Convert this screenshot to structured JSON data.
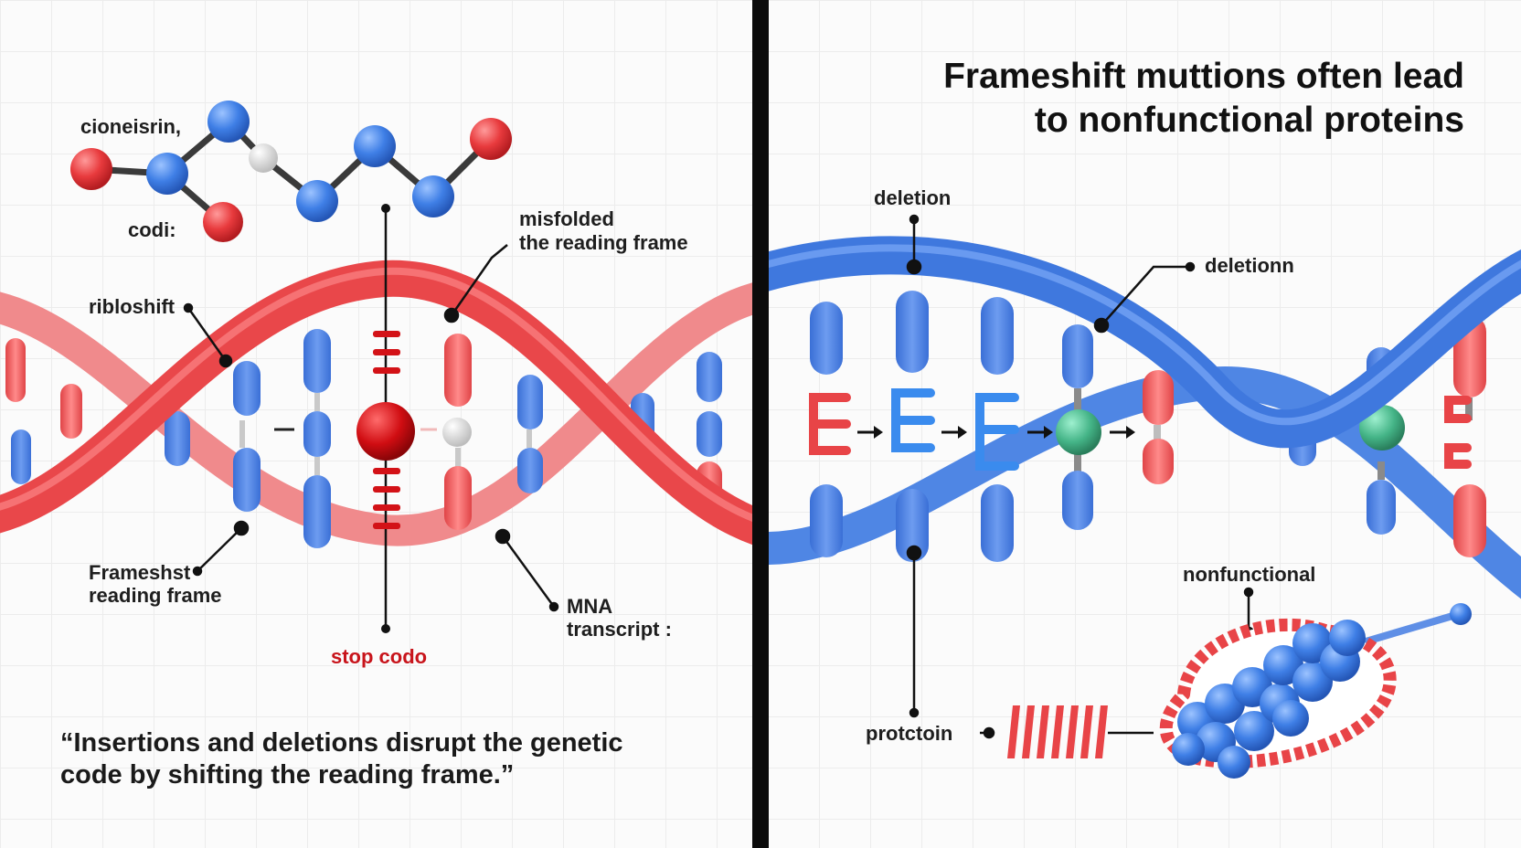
{
  "title": {
    "line1": "Frameshift muttions often lead",
    "line2": "to nonfunctional proteins"
  },
  "left_panel": {
    "labels": {
      "cloneisrin": "cioneisrin,",
      "codi": "codi:",
      "riboshift": "ribloshift",
      "misfolded": "misfolded",
      "reading_frame": "the reading frame",
      "frameshift_1": "Frameshst",
      "frameshift_2": "reading frame",
      "mna_1": "MNA",
      "mna_2": "transcript :",
      "stop_codon": "stop codo"
    },
    "quote": {
      "line1": "“Insertions and deletions disrupt the genetic",
      "line2": "code by shifting the reading frame.”"
    }
  },
  "right_panel": {
    "labels": {
      "deletion_top": "deletion",
      "deletion_right": "deletionn",
      "nonfunctional": "nonfunctional",
      "protein": "protctoin"
    }
  },
  "colors": {
    "red_strand": "#ef5a5c",
    "blue_strand": "#4a7fe0",
    "divider": "#0b0b0b",
    "stop_text": "#c8141b",
    "teal_node": "#4fb58e"
  },
  "icons": [
    "molecule-chain-icon",
    "dna-helix-icon",
    "stop-codon-bead-icon",
    "protein-aggregate-icon"
  ]
}
